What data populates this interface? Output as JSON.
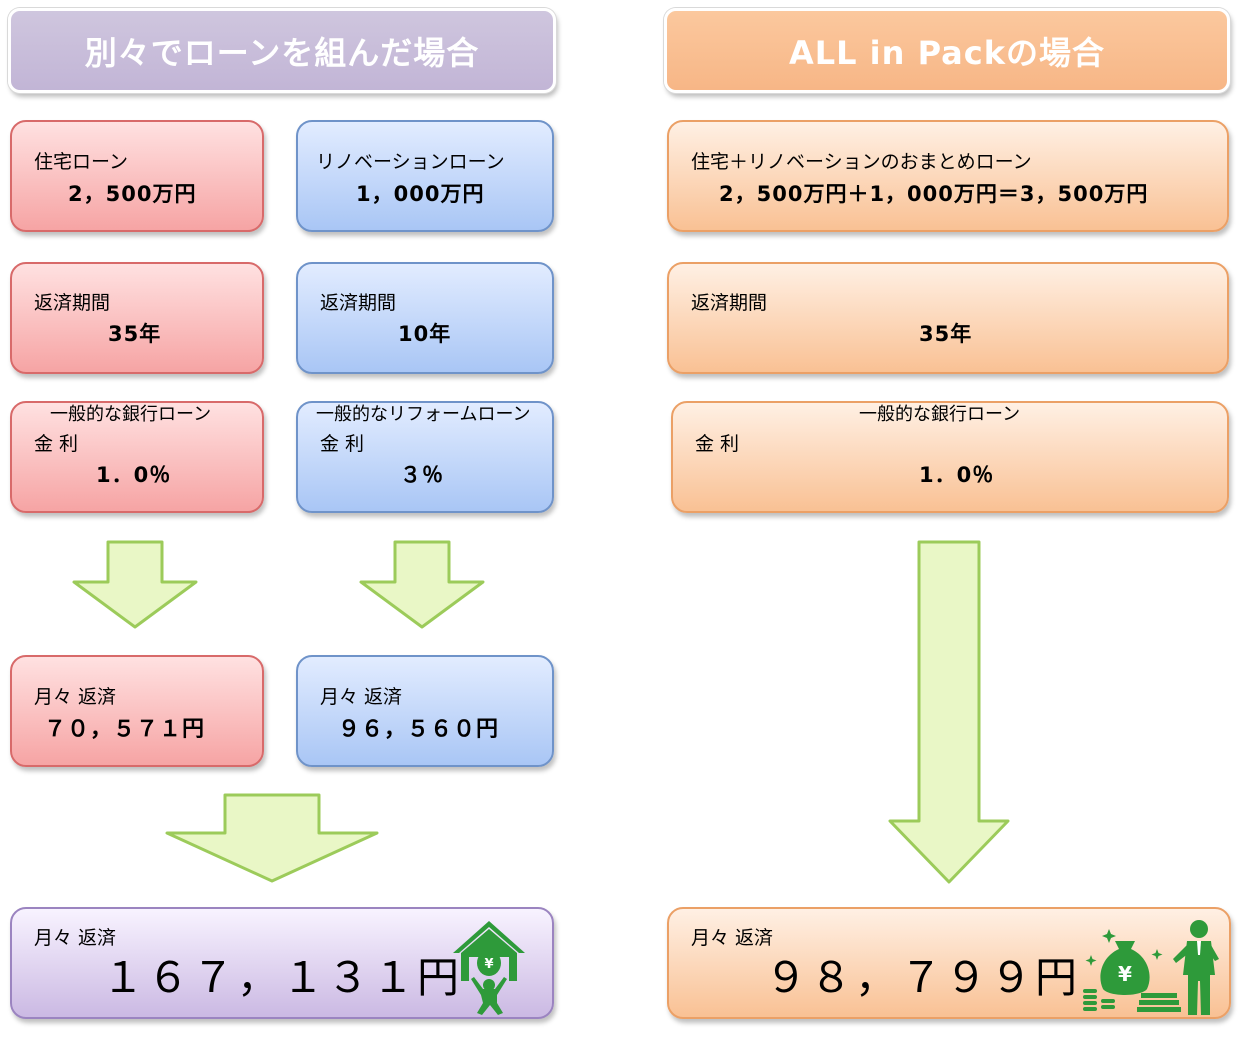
{
  "left": {
    "title": "別々でローンを組んだ場合",
    "housing": {
      "label": "住宅ローン",
      "amount": "2，500万円"
    },
    "renovation": {
      "label": "リノベーションローン",
      "amount": "1，000万円"
    },
    "housing_term": {
      "label": "返済期間",
      "value": "35年"
    },
    "renovation_term": {
      "label": "返済期間",
      "value": "10年"
    },
    "housing_rate": {
      "note": "一般的な銀行ローン",
      "label": "金 利",
      "value": "1．0％"
    },
    "renovation_rate": {
      "note": "一般的なリフォームローン",
      "label": "金 利",
      "value": "３％"
    },
    "housing_monthly": {
      "label": "月々 返済",
      "value": "７０，５７１円"
    },
    "renovation_monthly": {
      "label": "月々 返済",
      "value": "９６，５６０円"
    },
    "total": {
      "label": "月々 返済",
      "value": "１６７，１３１円"
    }
  },
  "right": {
    "title": "ALL in Packの場合",
    "loan": {
      "label": "住宅＋リノベーションのおまとめローン",
      "amount": "2，500万円＋1，000万円＝3，500万円"
    },
    "term": {
      "label": "返済期間",
      "value": "35年"
    },
    "rate": {
      "note": "一般的な銀行ローン",
      "label": "金 利",
      "value": "1．0％"
    },
    "total": {
      "label": "月々 返済",
      "value": "９８，７９９円"
    }
  },
  "colors": {
    "arrow_fill": "#e9f7c6",
    "arrow_stroke": "#9ccb5a",
    "icon_green": "#2e9a3a"
  },
  "icons": [
    "house-yen-person-icon",
    "money-bag-businessman-icon"
  ]
}
